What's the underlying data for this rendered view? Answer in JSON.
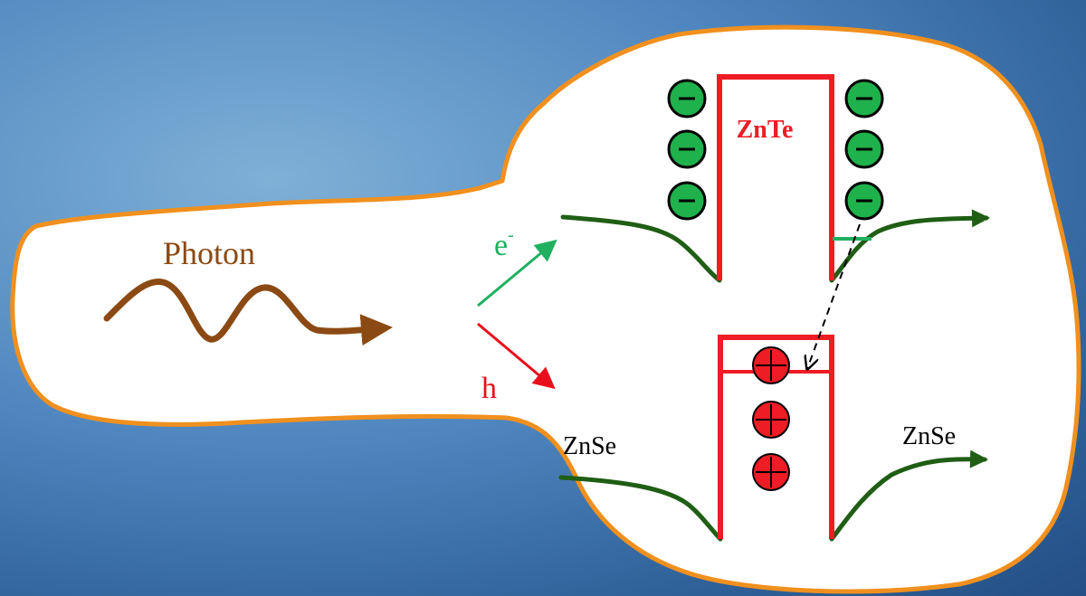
{
  "labels": {
    "photon": "Photon",
    "electron_base": "e",
    "electron_sup": "-",
    "hole": "h",
    "barrier_material": "ZnTe",
    "left_material": "ZnSe",
    "right_material": "ZnSe"
  },
  "symbols": {
    "electron_sign": "−",
    "hole_sign": "+"
  },
  "colors": {
    "blob_fill": "#ffffff",
    "blob_outline": "#f0901e",
    "photon_wave": "#8b4a13",
    "photon_label": "#8b4a13",
    "electron_arrow": "#1fb060",
    "hole_arrow": "#e8101c",
    "band_edge": "#1f5e14",
    "znte_barrier": "#ee1c24",
    "electron_fill": "#1fb14c",
    "hole_fill": "#ee1c24",
    "transition_arrow": "#000000"
  }
}
